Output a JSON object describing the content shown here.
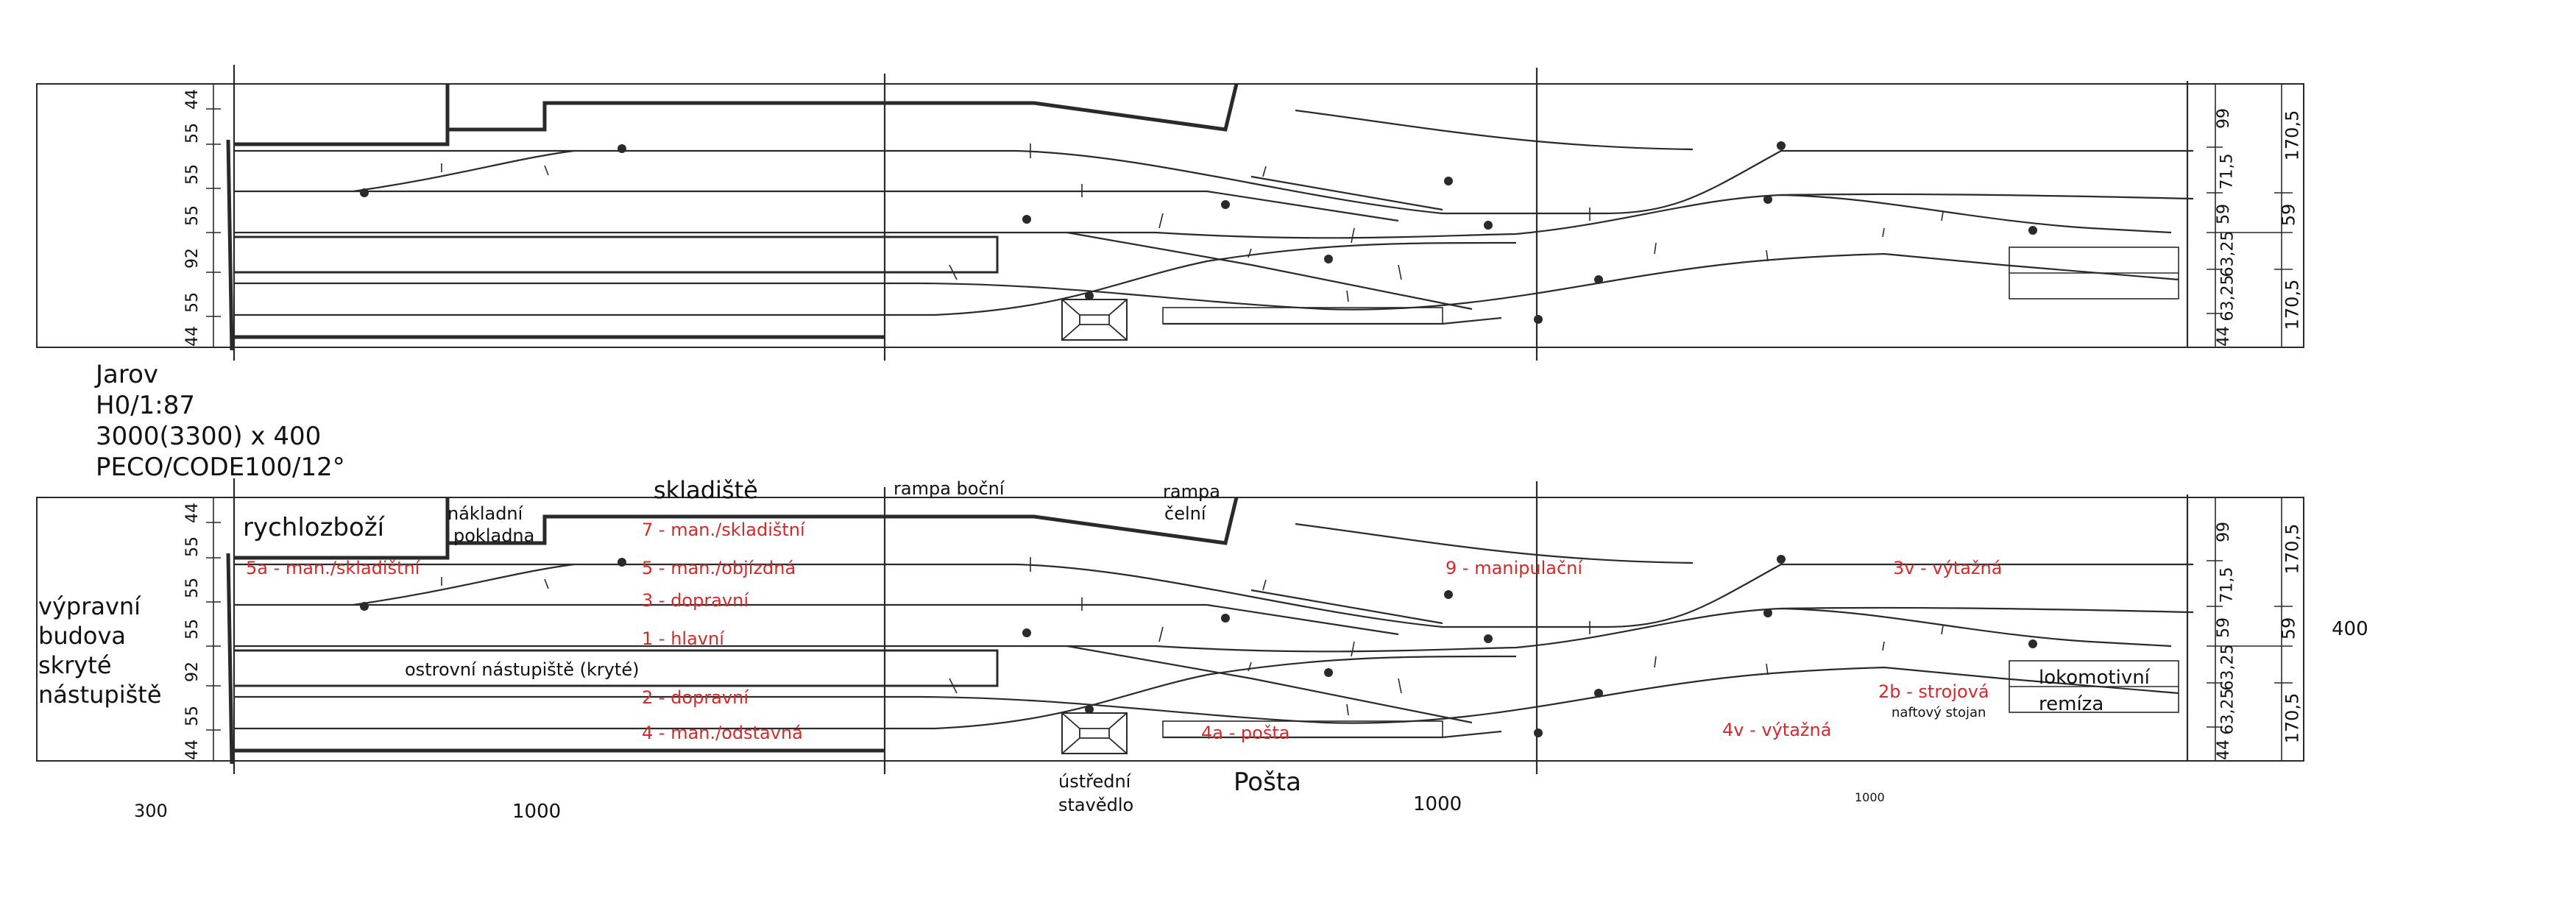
{
  "info": {
    "name": "Jarov",
    "scale": "H0/1:87",
    "size": "3000(3300) x 400",
    "track": "PECO/CODE100/12°"
  },
  "buildings": {
    "station_line1": "výpravní",
    "station_line2": "budova",
    "station_line3": "skryté",
    "station_line4": "nástupiště",
    "express_goods": "rychlozboží",
    "freight_office_line1": "nákladní",
    "freight_office_line2": "pokladna",
    "warehouse": "skladiště",
    "side_ramp": "rampa boční",
    "end_ramp_line1": "rampa",
    "end_ramp_line2": "čelní",
    "island_platform": "ostrovní nástupiště (kryté)",
    "signal_box_line1": "ústřední",
    "signal_box_line2": "stavědlo",
    "post_office": "Pošta",
    "loco_shed_line1": "lokomotivní",
    "loco_shed_line2": "remíza",
    "fuel_stand": "naftový stojan"
  },
  "tracks": {
    "t7": "7 - man./skladištní",
    "t5a": "5a - man./skladištní",
    "t5": "5 - man./objízdná",
    "t3": "3 - dopravní",
    "t1": "1 - hlavní",
    "t2": "2 - dopravní",
    "t4": "4 - man./odstavná",
    "t4a": "4a - pošta",
    "t9": "9 - manipulační",
    "t3v": "3v - výtažná",
    "t2b": "2b - strojová",
    "t4v": "4v - výtažná"
  },
  "dims": {
    "left_a": "44",
    "left_b": "55",
    "left_c": "55",
    "left_d": "55",
    "left_e": "92",
    "left_f": "55",
    "left_g": "44",
    "right_a": "99",
    "right_b": "71,5",
    "right_c": "59",
    "right_d": "63,25",
    "right_e": "63,25",
    "right_f": "44",
    "right_total_a": "170,5",
    "right_total_b": "59",
    "right_total_c": "170,5",
    "width_total": "400",
    "len_300": "300",
    "len_1000_a": "1000",
    "len_1000_b": "1000",
    "len_1000_c": "1000"
  },
  "colors": {
    "ink": "#2a2a2a",
    "label": "#111111",
    "track_label": "#d42a2a"
  }
}
